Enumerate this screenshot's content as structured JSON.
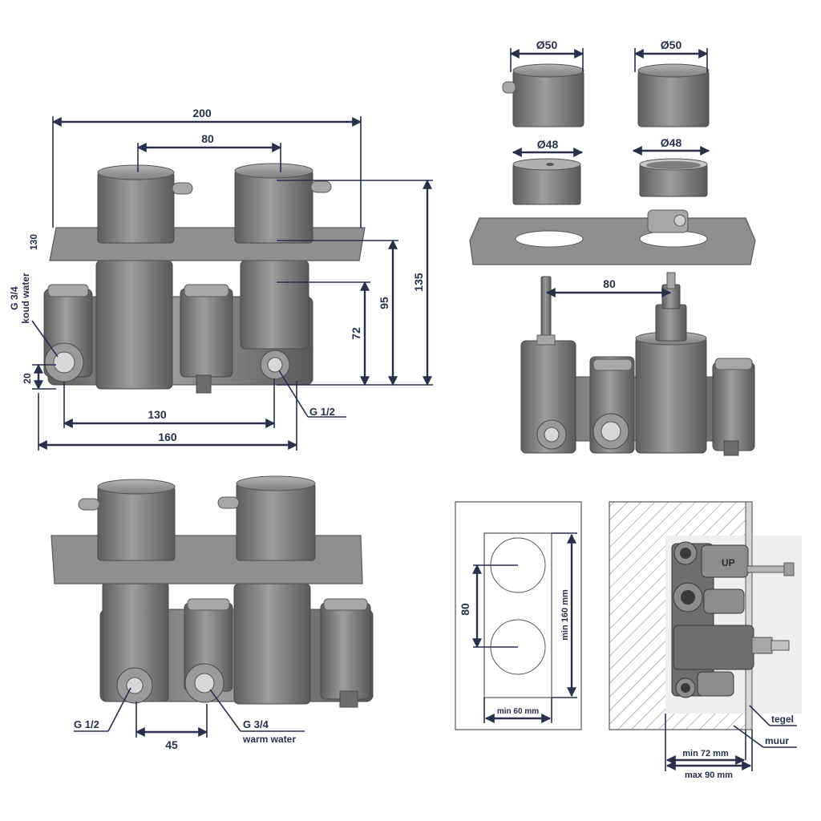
{
  "front_view": {
    "dim_width": "200",
    "dim_spindle_spacing": "80",
    "dim_plate_height": "130",
    "dim_total_depth": "135",
    "dim_plate_depth": "95",
    "dim_body_depth": "72",
    "dim_inlet_height": "20",
    "dim_inlet_spacing": "130",
    "dim_body_width": "160",
    "label_cold_size": "G 3/4",
    "label_cold_text": "koud water",
    "label_port_right": "G 1/2"
  },
  "exploded_view": {
    "cap_left_diameter": "Ø50",
    "cap_right_diameter": "Ø50",
    "sleeve_left_diameter": "Ø48",
    "sleeve_right_diameter": "Ø48",
    "spindle_spacing": "80"
  },
  "rear_view": {
    "label_port_left": "G 1/2",
    "dim_port_spacing": "45",
    "label_warm_size": "G 3/4",
    "label_warm_text": "warm water"
  },
  "plate_cutout": {
    "dim_hole_spacing": "80",
    "dim_min_height": "min 160 mm",
    "dim_min_width": "min 60 mm"
  },
  "wall_install": {
    "label_tile": "tegel",
    "label_wall": "muur",
    "dim_min_depth": "min 72 mm",
    "dim_max_depth": "max 90 mm",
    "cast_text": "UP"
  }
}
